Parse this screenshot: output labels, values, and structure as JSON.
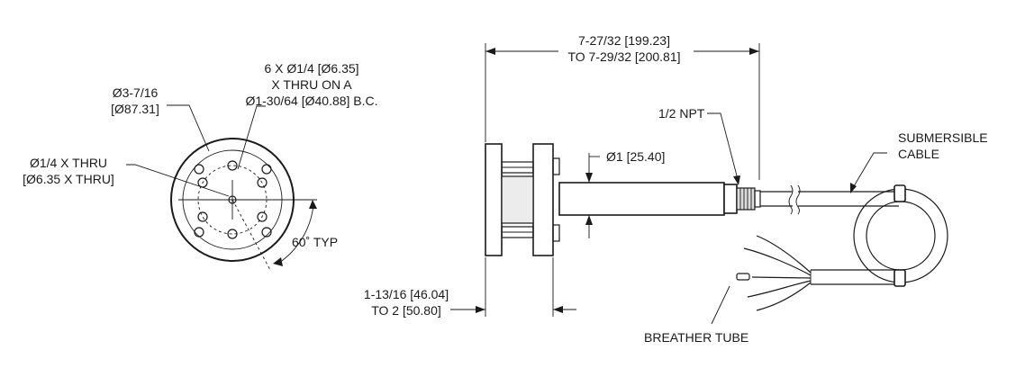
{
  "labels": {
    "holes_line1": "6 X Ø1/4 [Ø6.35]",
    "holes_line2": "X THRU ON A",
    "holes_line3": "Ø1-30/64 [Ø40.88] B.C.",
    "flange_dia_line1": "Ø3-7/16",
    "flange_dia_line2": "[Ø87.31]",
    "center_hole_line1": "Ø1/4 X THRU",
    "center_hole_line2": "[Ø6.35 X THRU]",
    "angle": "60˚ TYP",
    "length_line1": "7-27/32 [199.23]",
    "length_line2": "TO 7-29/32 [200.81]",
    "npt": "1/2 NPT",
    "body_dia": "Ø1 [25.40]",
    "cable_line1": "SUBMERSIBLE",
    "cable_line2": "CABLE",
    "flange_thk_line1": "1-13/16 [46.04]",
    "flange_thk_line2": "TO 2 [50.80]",
    "breather": "BREATHER TUBE"
  }
}
